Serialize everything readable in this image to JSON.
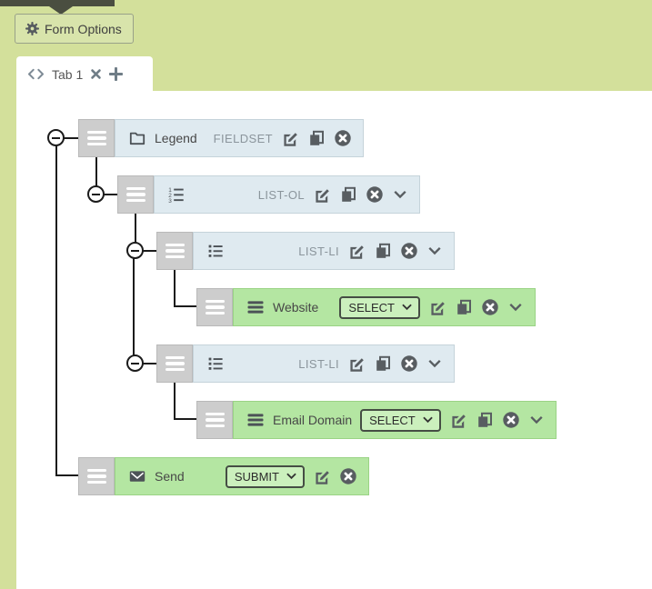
{
  "colors": {
    "page_bg": "#d3e09b",
    "panel_bg": "#ffffff",
    "row_blue": "#dfeaf0",
    "row_green": "#b4e6a2",
    "select_bg": "#cbf0bd",
    "handle_gray": "#cdcdcd",
    "dark_bar": "#4a4e40"
  },
  "toolbar": {
    "form_options_label": "Form Options",
    "gear_icon": "gear-icon"
  },
  "tab": {
    "label": "Tab 1",
    "icons": [
      "code-icon",
      "close-icon",
      "plus-icon"
    ]
  },
  "tree": {
    "rows": [
      {
        "label": "Legend",
        "type": "FIELDSET",
        "icon": "folder-icon",
        "variant": "blue",
        "actions": [
          "edit",
          "copy",
          "delete"
        ]
      },
      {
        "type": "LIST-OL",
        "icon": "ordered-list-icon",
        "variant": "blue",
        "actions": [
          "edit",
          "copy",
          "delete",
          "collapse"
        ]
      },
      {
        "type": "LIST-LI",
        "icon": "unordered-list-icon",
        "variant": "blue",
        "actions": [
          "edit",
          "copy",
          "delete",
          "collapse"
        ]
      },
      {
        "label": "Website",
        "select_value": "SELECT",
        "icon": "menu-icon",
        "variant": "green",
        "actions": [
          "edit",
          "copy",
          "delete",
          "collapse"
        ]
      },
      {
        "type": "LIST-LI",
        "icon": "unordered-list-icon",
        "variant": "blue",
        "actions": [
          "edit",
          "copy",
          "delete",
          "collapse"
        ]
      },
      {
        "label": "Email Domain",
        "select_value": "SELECT",
        "icon": "menu-icon",
        "variant": "green",
        "actions": [
          "edit",
          "copy",
          "delete",
          "collapse"
        ]
      },
      {
        "label": "Send",
        "select_value": "SUBMIT",
        "icon": "envelope-icon",
        "variant": "green",
        "actions": [
          "edit",
          "delete"
        ]
      }
    ]
  }
}
